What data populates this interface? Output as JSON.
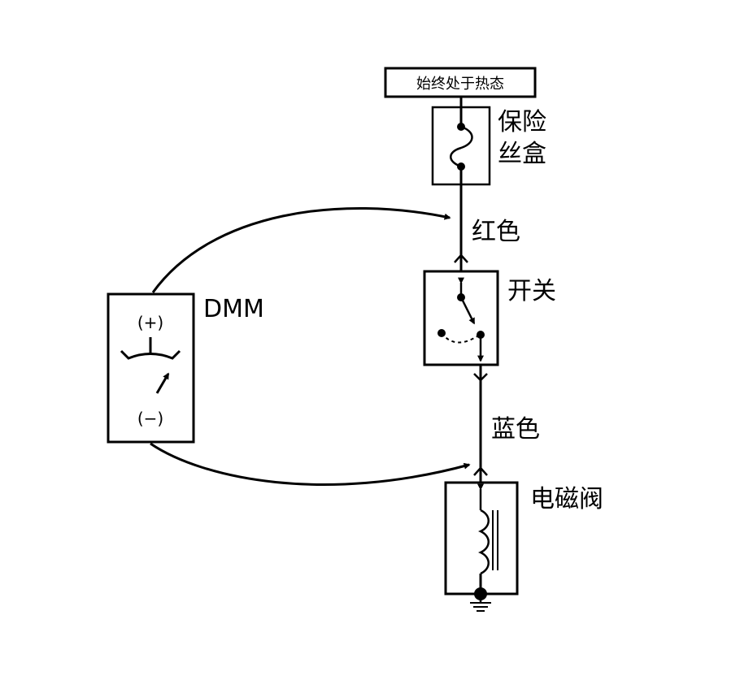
{
  "labels": {
    "always_hot": "始终处于热态",
    "fuse_box_line1": "保险",
    "fuse_box_line2": "丝盒",
    "red_wire": "红色",
    "switch": "开关",
    "blue_wire": "蓝色",
    "solenoid": "电磁阀",
    "dmm": "DMM",
    "dmm_positive": "(+)",
    "dmm_negative": "(−)"
  },
  "colors": {
    "line": "#000000",
    "background": "#ffffff"
  }
}
